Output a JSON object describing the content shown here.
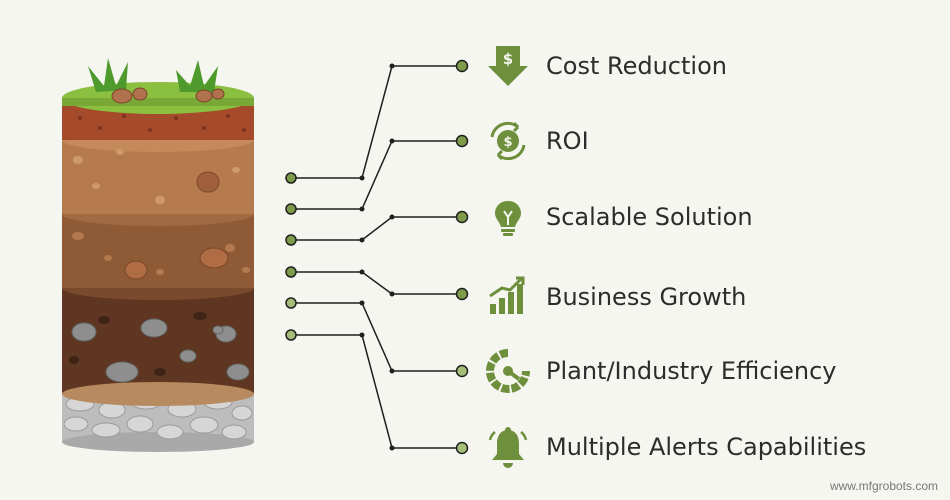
{
  "features": [
    {
      "label": "Cost Reduction",
      "icon": "dollar-down-arrow-icon"
    },
    {
      "label": "ROI",
      "icon": "dollar-cycle-icon"
    },
    {
      "label": "Scalable Solution",
      "icon": "lightbulb-icon"
    },
    {
      "label": "Business Growth",
      "icon": "bar-chart-growth-icon"
    },
    {
      "label": "Plant/Industry Efficiency",
      "icon": "speed-gauge-icon"
    },
    {
      "label": "Multiple Alerts Capabilities",
      "icon": "bell-icon"
    }
  ],
  "watermark": "www.mfgrobots.com",
  "colors": {
    "icon": "#6e8f3c",
    "node": "#7e9b4a",
    "line": "#1f1f1f",
    "background": "#f5f6f0",
    "grass": "#8bbf3f",
    "topsoil": "#a64a2c",
    "clay": "#b57a4e",
    "loam": "#8f5b36",
    "dark_soil": "#5e3622",
    "gravel": "#c9c9c9"
  }
}
